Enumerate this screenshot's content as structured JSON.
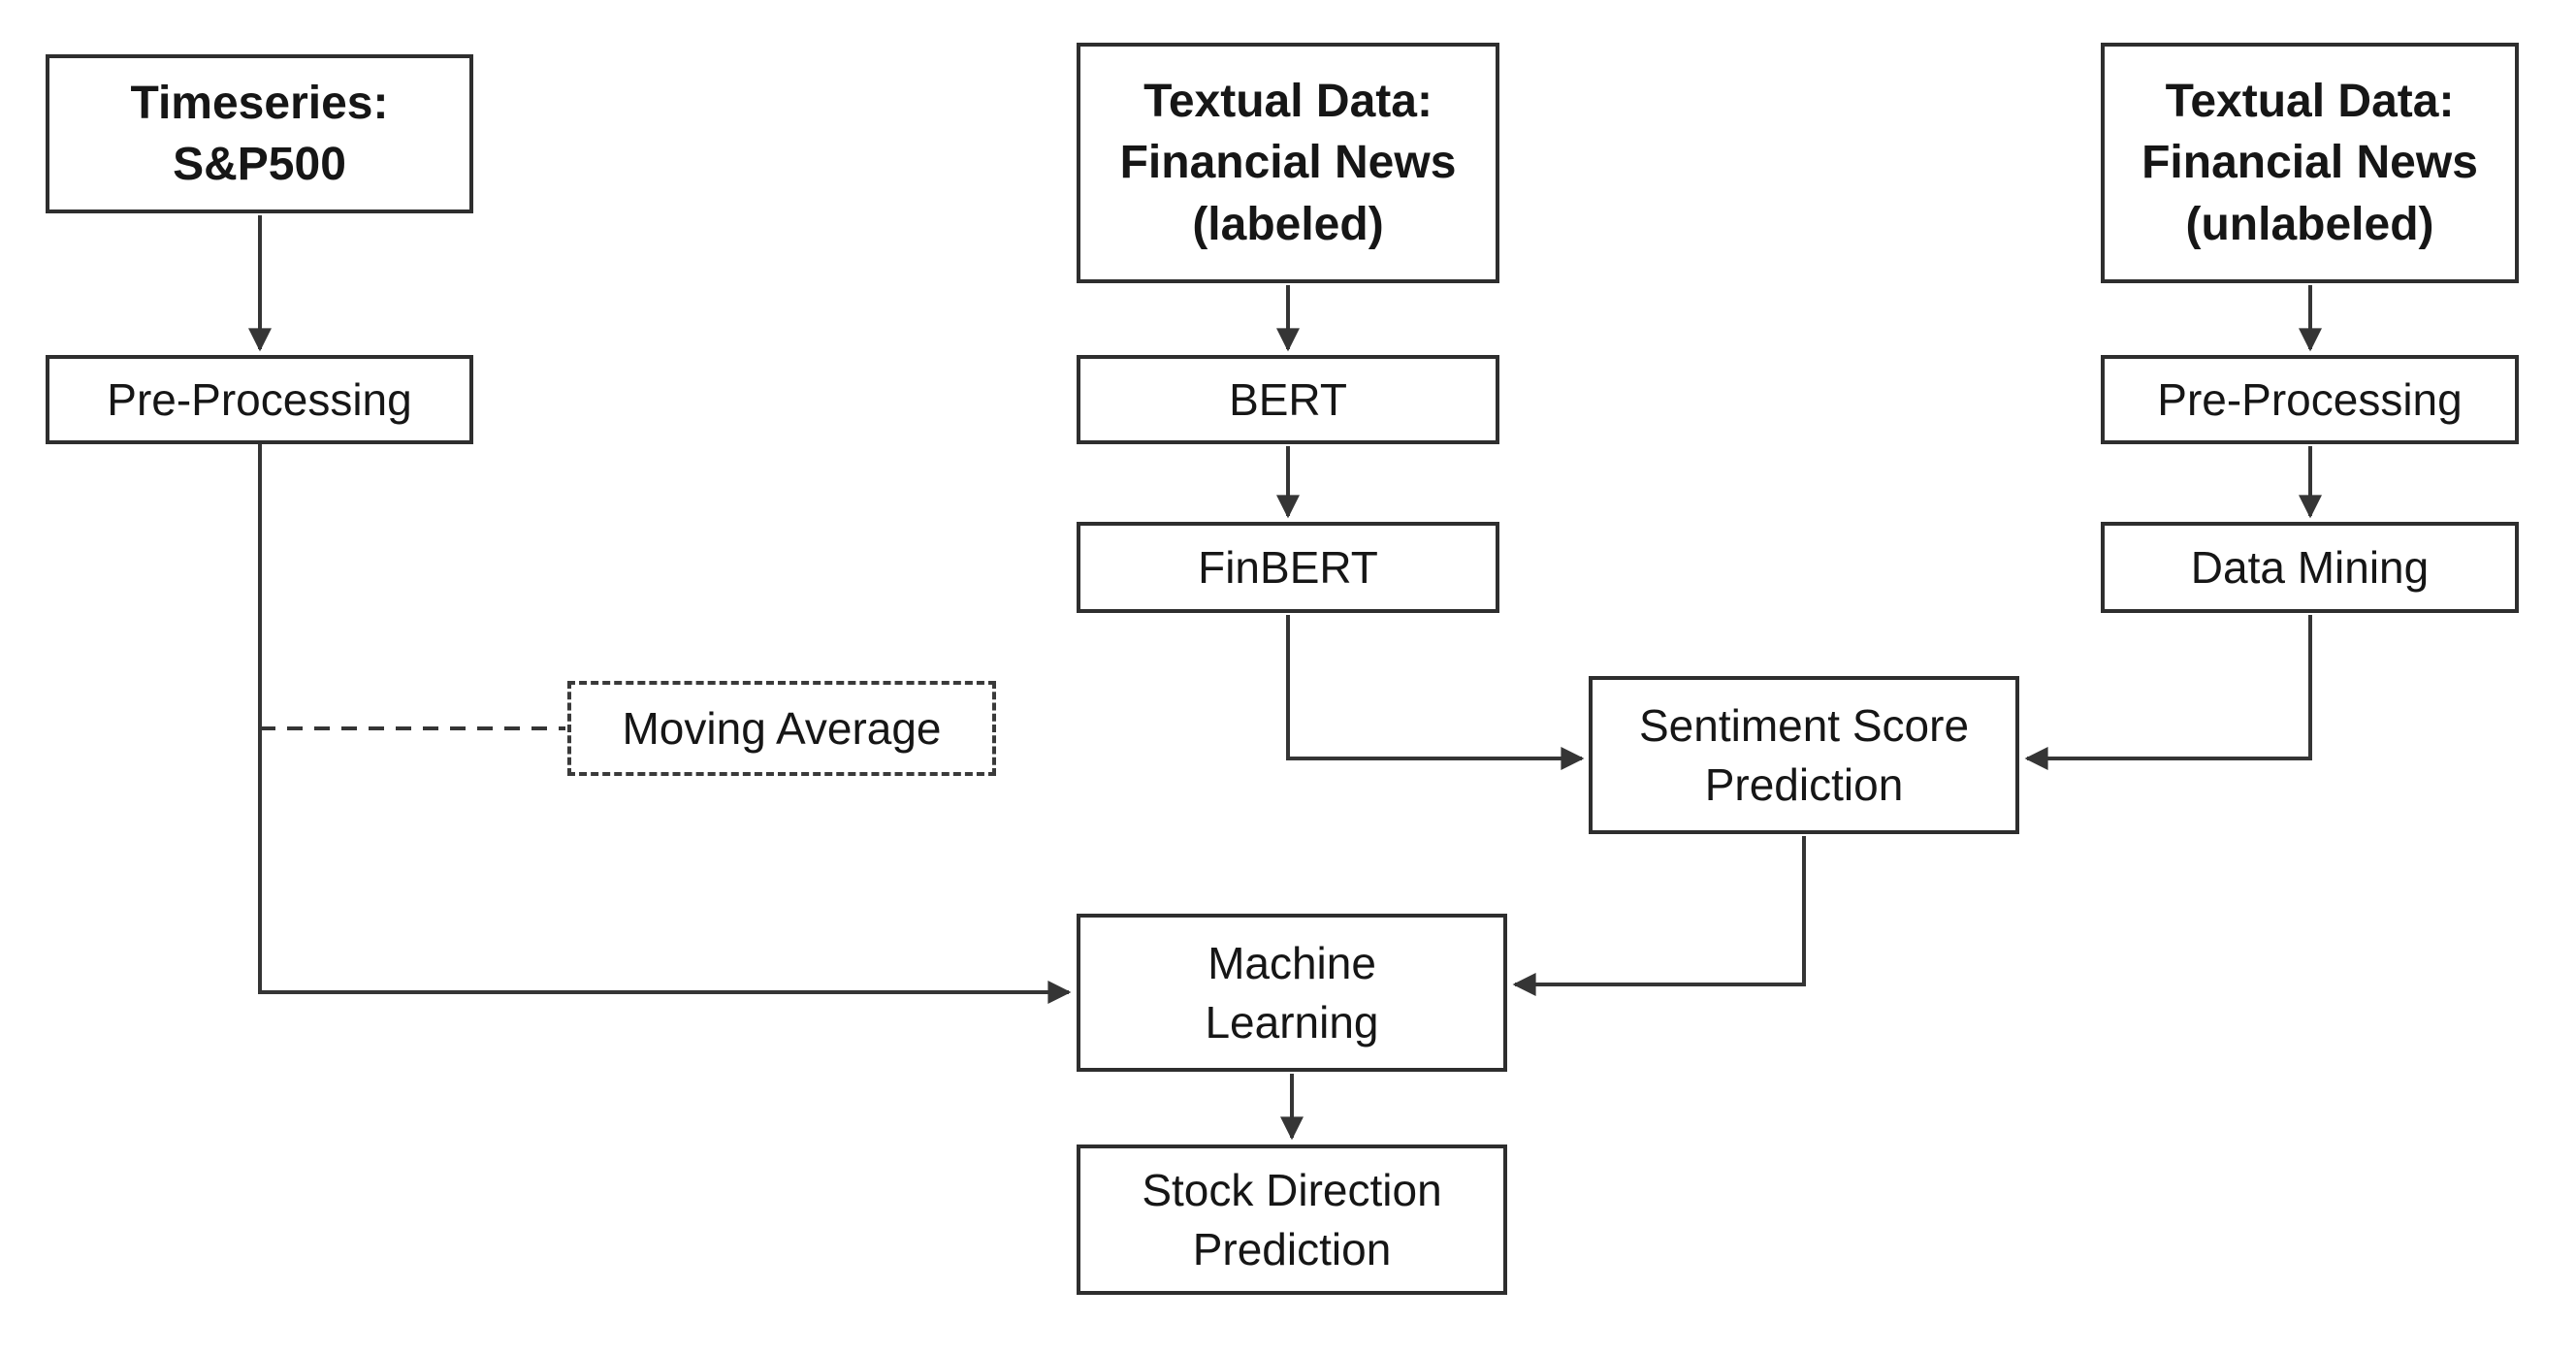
{
  "diagram": {
    "type": "flowchart",
    "background": "#ffffff",
    "colors": {
      "box_border": "#2e2e2e",
      "text": "#161616",
      "line": "#353535"
    },
    "nodes": {
      "timeseries": {
        "lines": [
          "Timeseries:",
          "S&P500"
        ],
        "style": "bold-solid"
      },
      "preprocessing_left": {
        "lines": [
          "Pre-Processing"
        ],
        "style": "solid"
      },
      "moving_average": {
        "lines": [
          "Moving Average"
        ],
        "style": "dashed"
      },
      "textual_labeled": {
        "lines": [
          "Textual Data:",
          "Financial News",
          "(labeled)"
        ],
        "style": "bold-solid"
      },
      "bert": {
        "lines": [
          "BERT"
        ],
        "style": "solid"
      },
      "finbert": {
        "lines": [
          "FinBERT"
        ],
        "style": "solid"
      },
      "textual_unlabeled": {
        "lines": [
          "Textual Data:",
          "Financial News",
          "(unlabeled)"
        ],
        "style": "bold-solid"
      },
      "preprocessing_right": {
        "lines": [
          "Pre-Processing"
        ],
        "style": "solid"
      },
      "data_mining": {
        "lines": [
          "Data Mining"
        ],
        "style": "solid"
      },
      "sentiment_score": {
        "lines": [
          "Sentiment Score",
          "Prediction"
        ],
        "style": "solid"
      },
      "machine_learning": {
        "lines": [
          "Machine",
          "Learning"
        ],
        "style": "solid"
      },
      "stock_direction": {
        "lines": [
          "Stock Direction",
          "Prediction"
        ],
        "style": "solid"
      }
    },
    "edges": [
      {
        "from": "timeseries",
        "to": "preprocessing_left",
        "style": "arrow"
      },
      {
        "from": "preprocessing_left",
        "to": "machine_learning",
        "style": "arrow-elbow"
      },
      {
        "from": "preprocessing_left",
        "to": "moving_average",
        "style": "dashed-line"
      },
      {
        "from": "textual_labeled",
        "to": "bert",
        "style": "arrow"
      },
      {
        "from": "bert",
        "to": "finbert",
        "style": "arrow"
      },
      {
        "from": "finbert",
        "to": "sentiment_score",
        "style": "arrow-elbow"
      },
      {
        "from": "textual_unlabeled",
        "to": "preprocessing_right",
        "style": "arrow"
      },
      {
        "from": "preprocessing_right",
        "to": "data_mining",
        "style": "arrow"
      },
      {
        "from": "data_mining",
        "to": "sentiment_score",
        "style": "arrow-elbow"
      },
      {
        "from": "sentiment_score",
        "to": "machine_learning",
        "style": "arrow-elbow"
      },
      {
        "from": "machine_learning",
        "to": "stock_direction",
        "style": "arrow"
      }
    ]
  }
}
